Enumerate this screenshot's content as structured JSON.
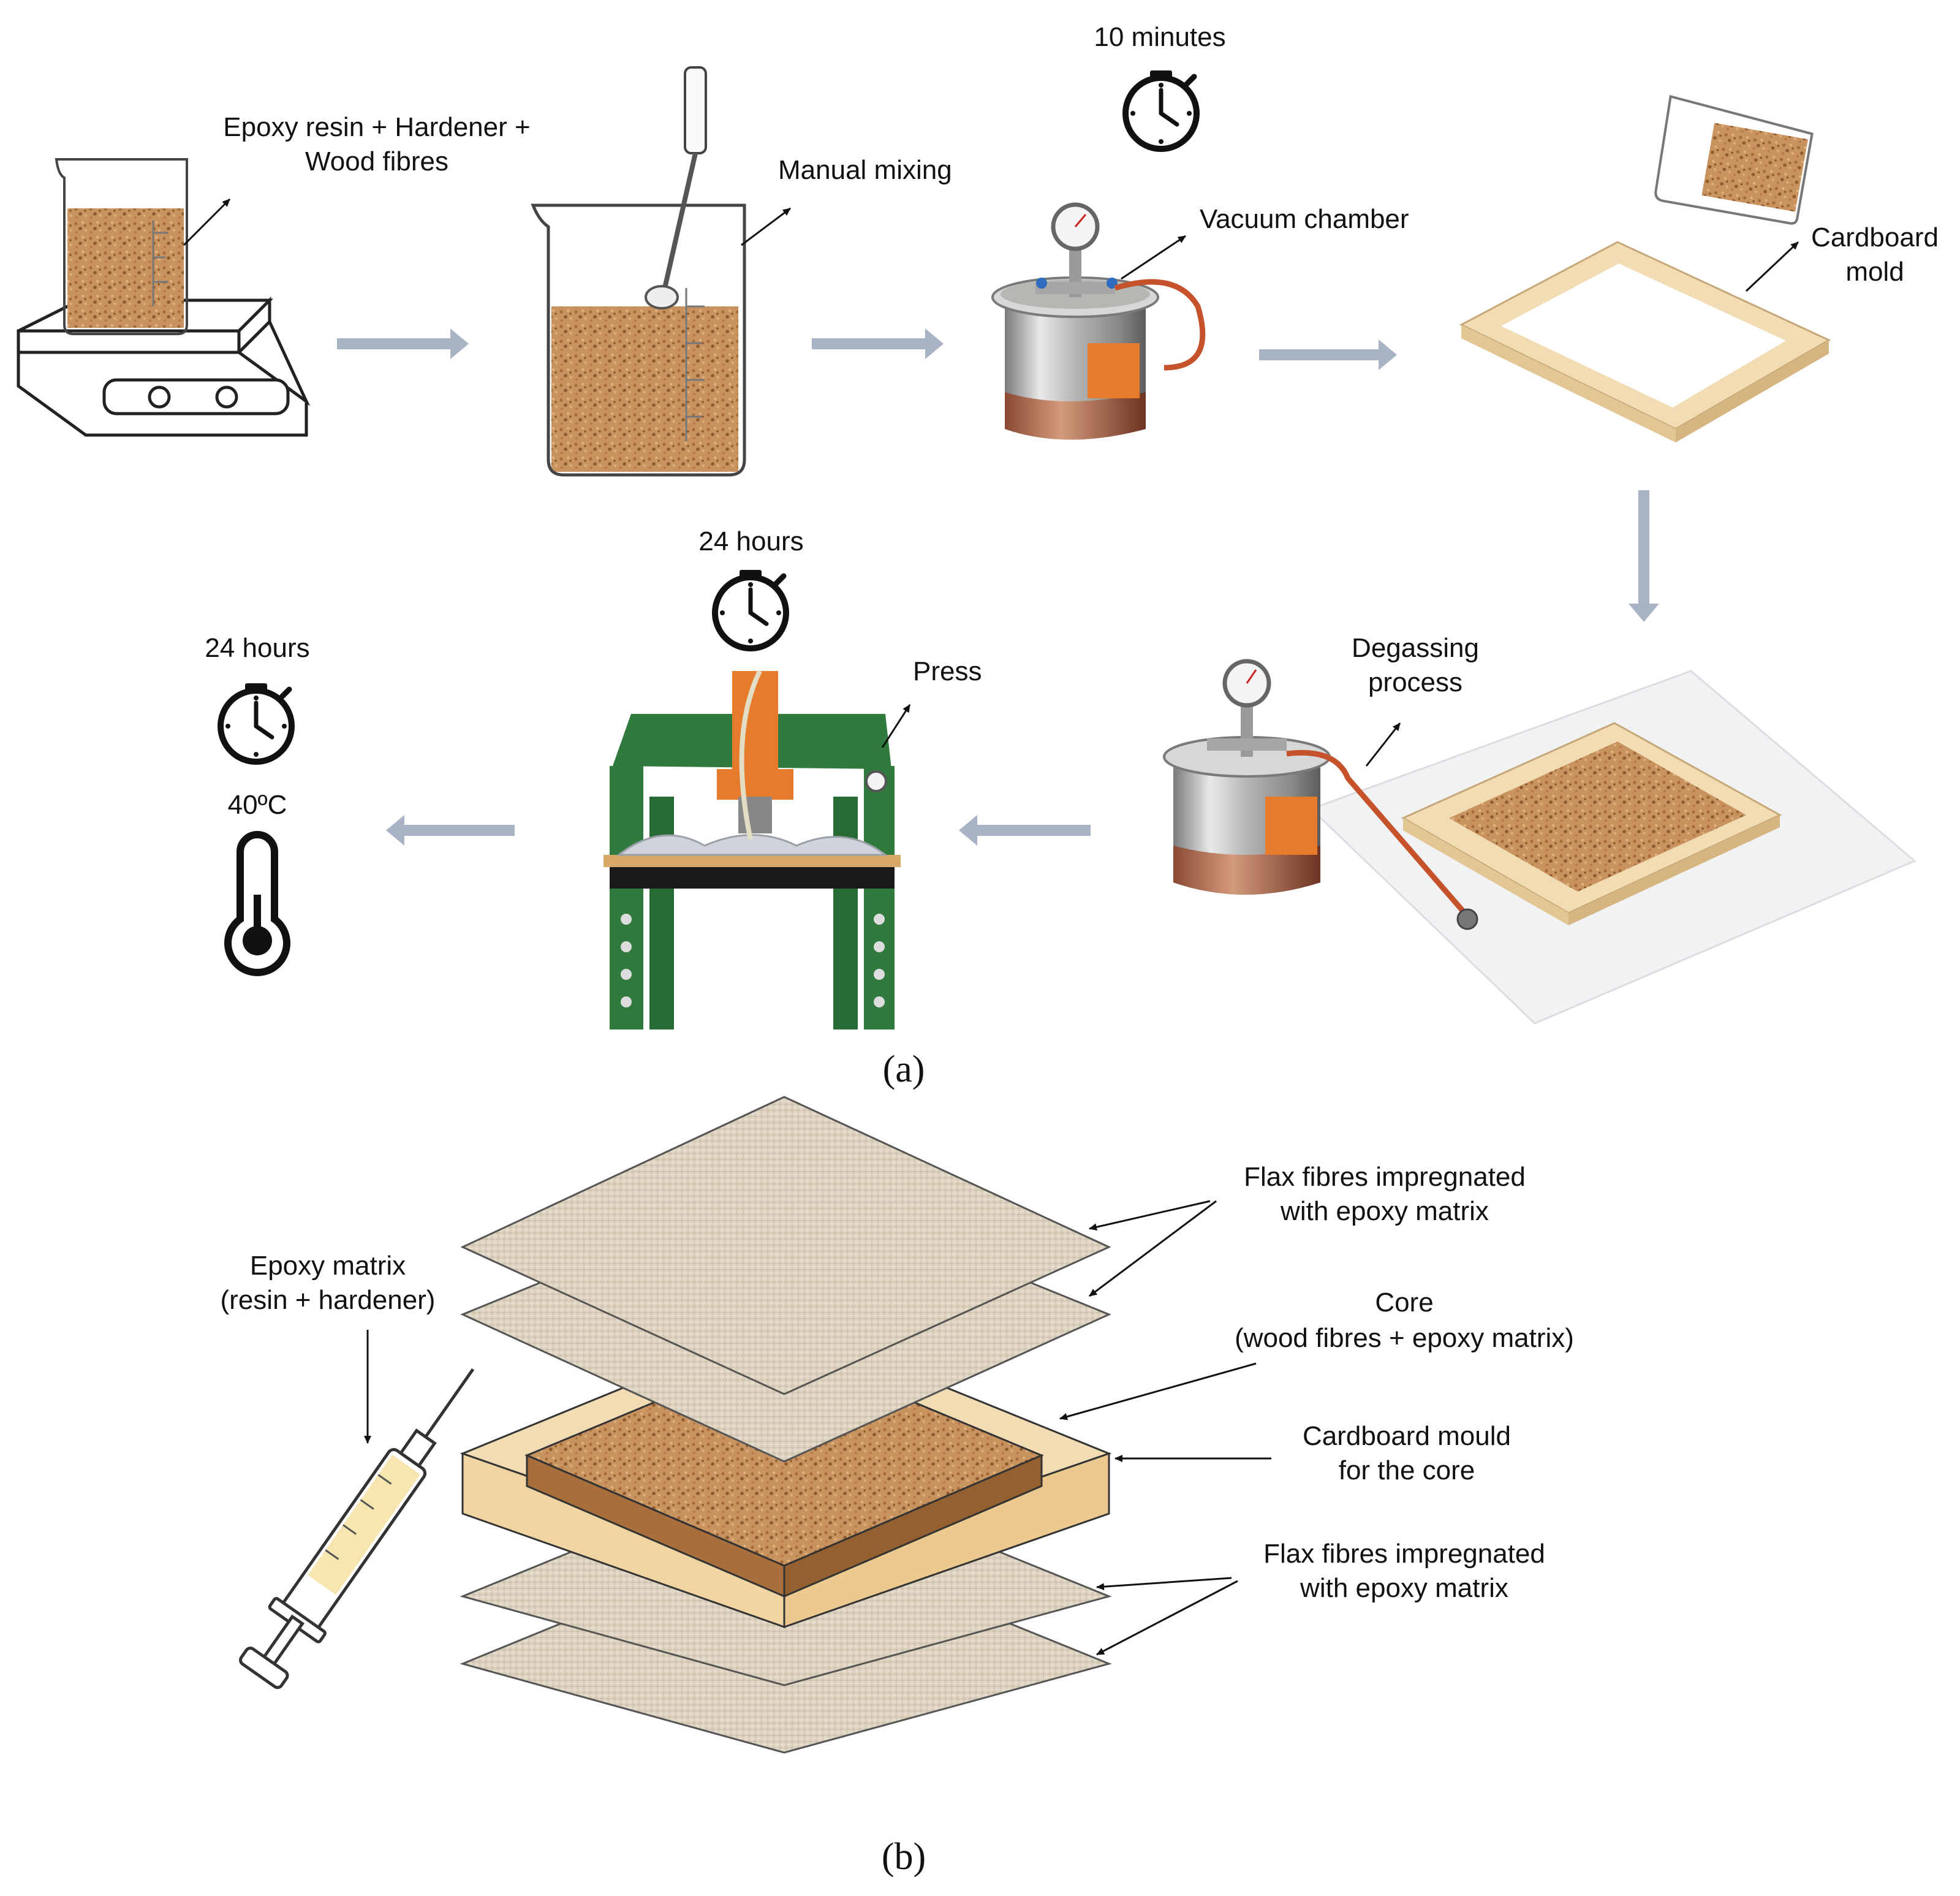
{
  "panel_a": {
    "caption": "(a)",
    "step1_label": {
      "line1": "Epoxy resin + Hardener +",
      "line2": "Wood fibres"
    },
    "step2_label": "Manual mixing",
    "step3_time": "10 minutes",
    "step3_label": "Vacuum chamber",
    "step4_label": {
      "line1": "Cardboard",
      "line2": "mold"
    },
    "step5_label": {
      "line1": "Degassing",
      "line2": "process"
    },
    "step6_time": "24 hours",
    "step6_label": "Press",
    "step7_time": "24 hours",
    "step7_temp": "40ºC"
  },
  "panel_b": {
    "caption": "(b)",
    "syringe_label": {
      "line1": "Epoxy matrix",
      "line2": "(resin + hardener)"
    },
    "top_flax_label": {
      "line1": "Flax fibres impregnated",
      "line2": "with epoxy matrix"
    },
    "core_label": {
      "line1": "Core",
      "line2": "(wood fibres + epoxy matrix)"
    },
    "mould_label": {
      "line1": "Cardboard mould",
      "line2": "for the core"
    },
    "bottom_flax_label": {
      "line1": "Flax fibres impregnated",
      "line2": "with epoxy matrix"
    }
  },
  "colors": {
    "flow_arrow": "#a9b3c6",
    "cork": "#c8935f",
    "cardboard": "#f2dcb4",
    "flax": "#ddd3c0",
    "steel": "#c6c6c6",
    "press_green": "#2f7a3c",
    "pump_orange": "#e67c2b"
  }
}
